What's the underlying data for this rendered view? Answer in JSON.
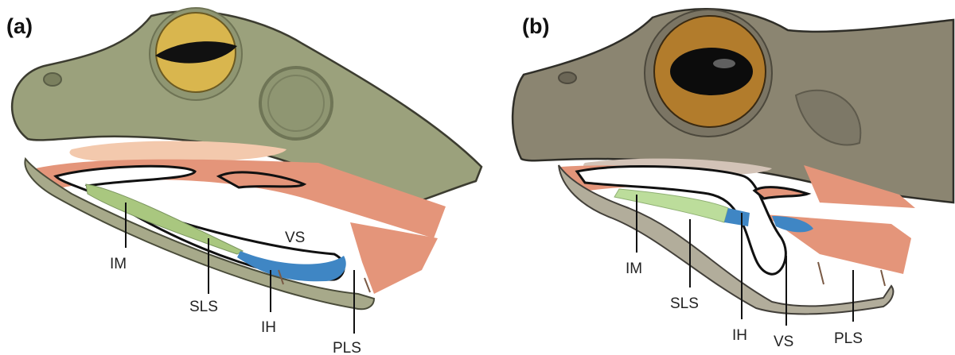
{
  "panels": [
    {
      "id": "a",
      "label": "(a)",
      "labels": {
        "IM": "IM",
        "SLS": "SLS",
        "IH": "IH",
        "VS": "VS",
        "PLS": "PLS"
      }
    },
    {
      "id": "b",
      "label": "(b)",
      "labels": {
        "IM": "IM",
        "SLS": "SLS",
        "IH": "IH",
        "VS": "VS",
        "PLS": "PLS"
      }
    }
  ],
  "colors": {
    "skin_a": "#9aa07a",
    "skin_b": "#8a8470",
    "muscle": "#e4957a",
    "muscle_light": "#f3c9ad",
    "muscle_b_light": "#d2c2b6",
    "green_muscle": "#a8c67e",
    "green_muscle_b": "#b9dc98",
    "blue_muscle": "#3f86c4",
    "skin_outline": "#3c3c30",
    "eye_a": "#d8b24a",
    "eye_b": "#b07a2a"
  }
}
